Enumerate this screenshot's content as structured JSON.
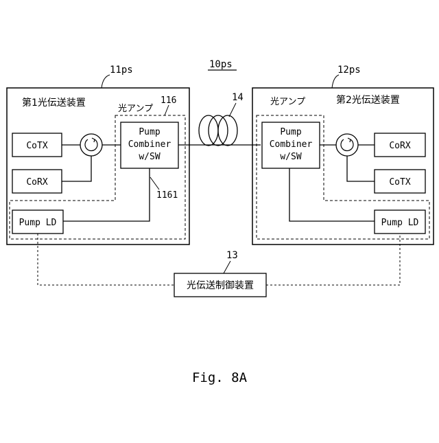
{
  "system_label": "10ps",
  "fiber_label": "14",
  "controller": {
    "ref": "13",
    "label": "光伝送制御装置"
  },
  "left_device": {
    "ref": "11ps",
    "title": "第1光伝送装置",
    "amp_label": "光アンプ",
    "amp_ref": "116",
    "combiner_lines": [
      "Pump",
      "Combiner",
      "w/SW"
    ],
    "switch_ref": "1161",
    "cotx": "CoTX",
    "corx": "CoRX",
    "pump_ld": "Pump LD"
  },
  "right_device": {
    "ref": "12ps",
    "title": "第2光伝送装置",
    "amp_label": "光アンプ",
    "combiner_lines": [
      "Pump",
      "Combiner",
      "w/SW"
    ],
    "corx": "CoRX",
    "cotx": "CoTX",
    "pump_ld": "Pump LD"
  },
  "caption": "Fig. 8A"
}
